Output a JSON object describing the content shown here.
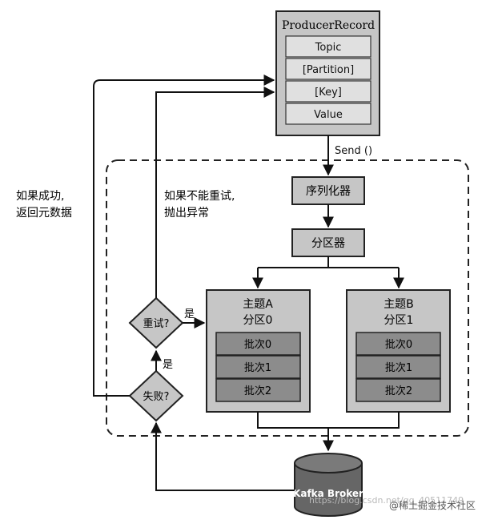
{
  "producer_record": {
    "title": "ProducerRecord",
    "fields": [
      "Topic",
      "[Partition]",
      "[Key]",
      "Value"
    ]
  },
  "send_label": "Send ()",
  "serializer_label": "序列化器",
  "partitioner_label": "分区器",
  "partitions": [
    {
      "topic": "主题A",
      "partition": "分区0",
      "batches": [
        "批次0",
        "批次1",
        "批次2"
      ]
    },
    {
      "topic": "主题B",
      "partition": "分区1",
      "batches": [
        "批次0",
        "批次1",
        "批次2"
      ]
    }
  ],
  "retry_label": "重试?",
  "fail_label": "失败?",
  "yes_label_retry": "是",
  "yes_label_fail": "是",
  "success_note": [
    "如果成功,",
    "返回元数据"
  ],
  "no_retry_note": [
    "如果不能重试,",
    "抛出异常"
  ],
  "broker_label": "Kafka Broker",
  "watermark": {
    "url": "https://blog.csdn.net/qq_40511749",
    "handle": "@稀土掘金技术社区"
  },
  "colors": {
    "box_fill": "#c6c6c6",
    "field_fill": "#e0e0e0",
    "batch_fill": "#8c8c8c",
    "stroke": "#222222",
    "cylinder_fill": "#666666"
  }
}
